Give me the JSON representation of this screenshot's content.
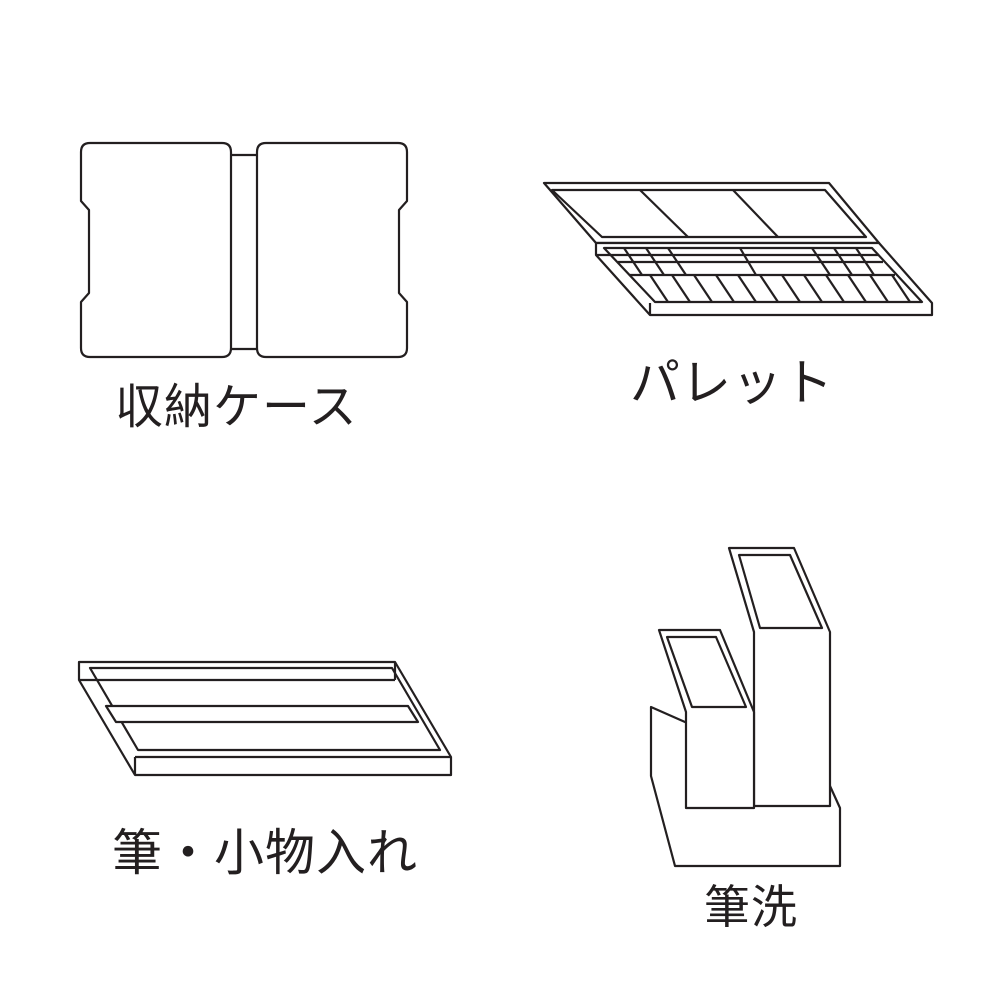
{
  "items": [
    {
      "id": "storage-case",
      "label": "収納ケース"
    },
    {
      "id": "palette",
      "label": "パレット"
    },
    {
      "id": "brush-tray",
      "label": "筆・小物入れ"
    },
    {
      "id": "brush-washer",
      "label": "筆洗"
    }
  ],
  "colors": {
    "line": "#231f20",
    "background": "#ffffff"
  }
}
